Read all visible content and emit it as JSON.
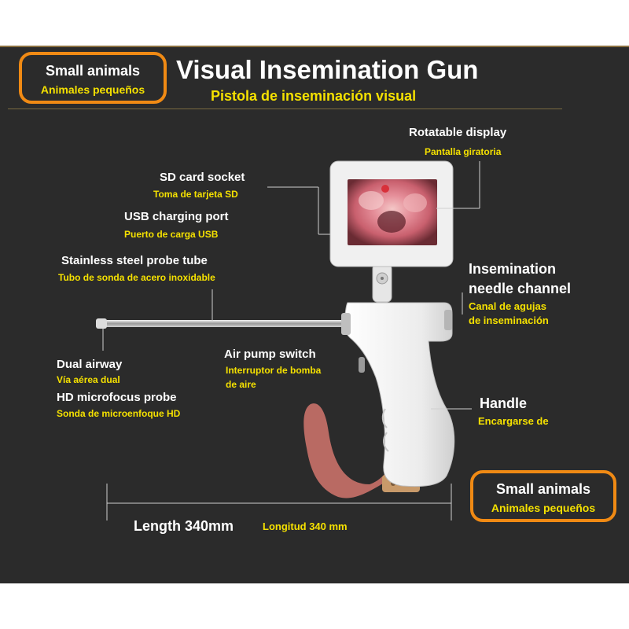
{
  "header": {
    "title": "Visual Insemination Gun",
    "subtitle": "Pistola de inseminación visual",
    "badge_top": {
      "en": "Small animals",
      "es": "Animales pequeños"
    },
    "badge_bottom": {
      "en": "Small animals",
      "es": "Animales pequeños"
    }
  },
  "labels": {
    "rotatable_display": {
      "en": "Rotatable display",
      "es": "Pantalla giratoria"
    },
    "sd_card": {
      "en": "SD card socket",
      "es": "Toma de tarjeta SD"
    },
    "usb_port": {
      "en": "USB charging port",
      "es": "Puerto de carga USB"
    },
    "probe_tube": {
      "en": "Stainless steel probe tube",
      "es": "Tubo de sonda de acero inoxidable"
    },
    "needle_channel": {
      "en_line1": "Insemination",
      "en_line2": "needle channel",
      "es_line1": "Canal de agujas",
      "es_line2": "de inseminación"
    },
    "dual_airway": {
      "en": "Dual airway",
      "es": "Vía aérea dual"
    },
    "air_pump": {
      "en": "Air pump switch",
      "es_line1": "Interruptor de bomba",
      "es_line2": "de aire"
    },
    "hd_probe": {
      "en": "HD microfocus probe",
      "es": "Sonda de microenfoque HD"
    },
    "handle": {
      "en": "Handle",
      "es": "Encargarse de"
    }
  },
  "dimension": {
    "en": "Length 340mm",
    "es": "Longitud 340 mm"
  },
  "colors": {
    "background": "#2b2b2b",
    "accent": "#f08a14",
    "highlight": "#f5e100"
  }
}
